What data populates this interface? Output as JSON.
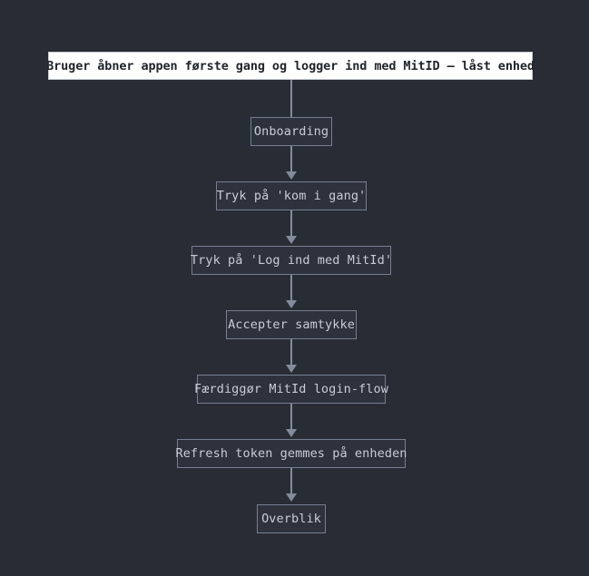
{
  "diagram": {
    "type": "flowchart",
    "direction": "top-to-bottom",
    "background_color": "#282c34",
    "root": {
      "id": "root",
      "label": "Bruger åbner appen første gang og logger ind med MitID – låst enhed",
      "fill_color": "#ffffff",
      "text_color": "#21252b",
      "border_color": "#c8cdd4"
    },
    "node_style": {
      "fill_color": "#2e323c",
      "text_color": "#c7ccd6",
      "border_color": "#767f91"
    },
    "edge_color": "#838b9c",
    "nodes": [
      {
        "id": "n1",
        "label": "Onboarding"
      },
      {
        "id": "n2",
        "label": "Tryk på 'kom i gang'"
      },
      {
        "id": "n3",
        "label": "Tryk på 'Log ind med MitId'"
      },
      {
        "id": "n4",
        "label": "Accepter samtykke"
      },
      {
        "id": "n5",
        "label": "Færdiggør MitId login-flow"
      },
      {
        "id": "n6",
        "label": "Refresh token gemmes på enheden"
      },
      {
        "id": "n7",
        "label": "Overblik"
      }
    ],
    "edges": [
      {
        "from": "root",
        "to": "n1",
        "arrowhead": false
      },
      {
        "from": "n1",
        "to": "n2",
        "arrowhead": true
      },
      {
        "from": "n2",
        "to": "n3",
        "arrowhead": true
      },
      {
        "from": "n3",
        "to": "n4",
        "arrowhead": true
      },
      {
        "from": "n4",
        "to": "n5",
        "arrowhead": true
      },
      {
        "from": "n5",
        "to": "n6",
        "arrowhead": true
      },
      {
        "from": "n6",
        "to": "n7",
        "arrowhead": true
      }
    ]
  }
}
